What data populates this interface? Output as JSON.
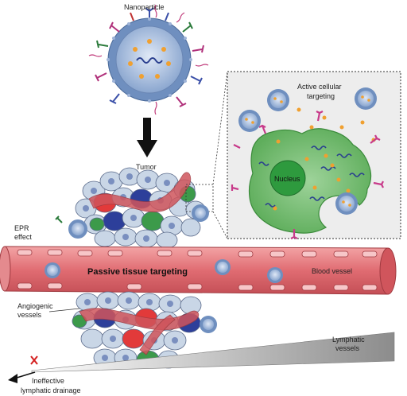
{
  "labels": {
    "nanoparticle": "Nanoparticle",
    "tumor": "Tumor",
    "active_targeting_line1": "Active cellular",
    "active_targeting_line2": "targeting",
    "nucleus": "Nucleus",
    "epr_line1": "EPR",
    "epr_line2": "effect",
    "passive_targeting": "Passive tissue targeting",
    "blood_vessel": "Blood vessel",
    "angiogenic_line1": "Angiogenic",
    "angiogenic_line2": "vessels",
    "lymphatic_line1": "Lymphatic",
    "lymphatic_line2": "vessels",
    "ineffective_line1": "Ineffective",
    "ineffective_line2": "lymphatic drainage"
  },
  "colors": {
    "vessel": "#e8747a",
    "vessel_dark": "#c94a50",
    "cell_green": "#7fc27a",
    "nucleus": "#2e9a3e",
    "particle_core": "#9bb3d6",
    "payload": "#f0a030",
    "receptor": "#c83a8a",
    "tumor_cell": "#c9d6e6"
  }
}
